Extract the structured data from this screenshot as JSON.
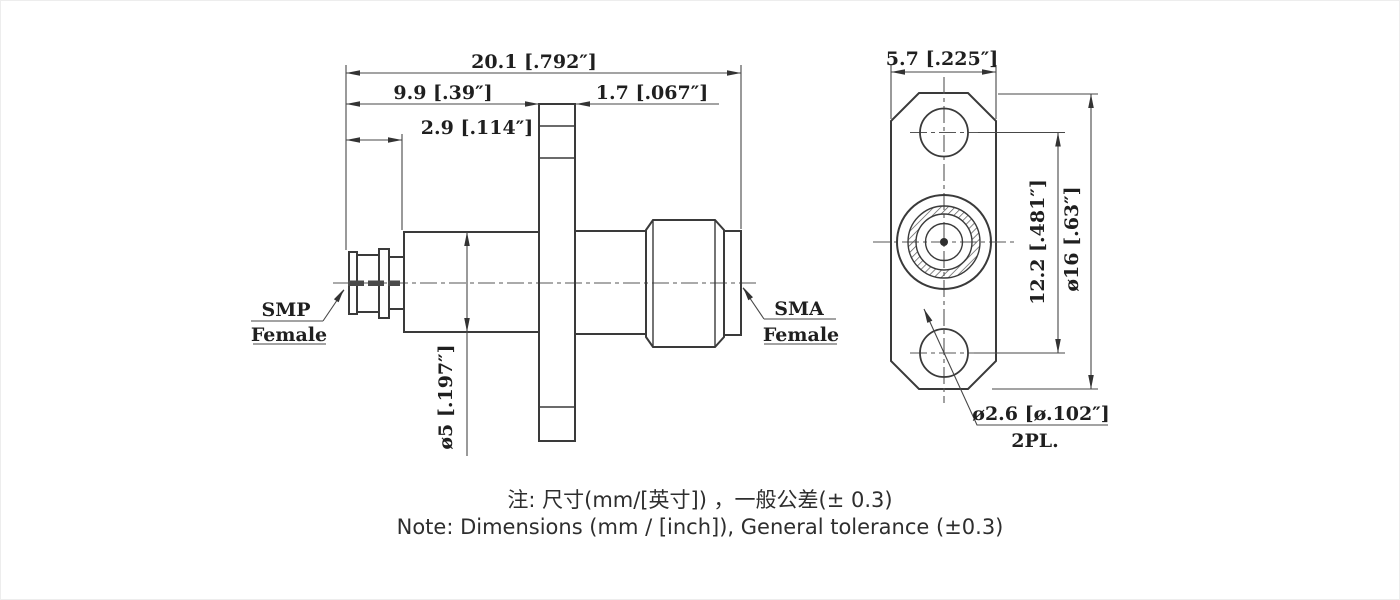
{
  "side_view": {
    "dim_overall_length": "20.1 [.792″]",
    "dim_left_length": "9.9 [.39″]",
    "dim_flange_thickness": "1.7 [.067″]",
    "dim_smp_section": "2.9 [.114″]",
    "dim_body_diameter": "ø5 [.197″]",
    "label_smp_line1": "SMP",
    "label_smp_line2": "Female",
    "label_sma_line1": "SMA",
    "label_sma_line2": "Female"
  },
  "front_view": {
    "dim_flange_width": "5.7 [.225″]",
    "dim_hole_spacing": "12.2 [.481″]",
    "dim_flange_height": "ø16 [.63″]",
    "dim_mounting_hole": "ø2.6 [ø.102″]",
    "dim_hole_places": "2PL."
  },
  "notes": {
    "line1_zh": "注: 尺寸(mm/[英寸]) ，一般公差(± 0.3)",
    "line2_en": "Note: Dimensions (mm / [inch]), General tolerance (±0.3)"
  }
}
